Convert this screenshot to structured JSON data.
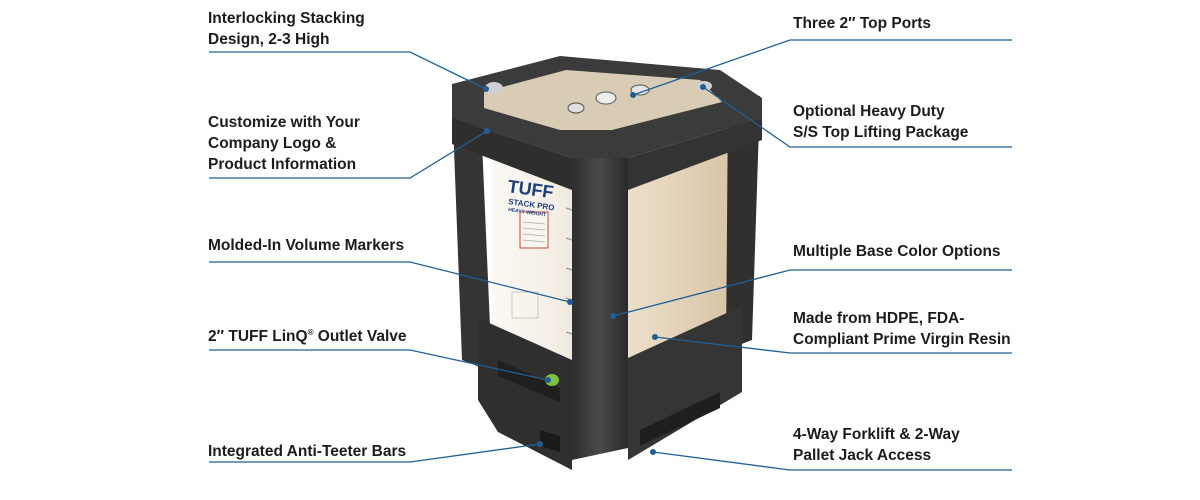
{
  "callouts": {
    "stacking": [
      "Interlocking Stacking",
      "Design, 2-3 High"
    ],
    "logo": [
      "Customize with Your",
      "Company Logo &",
      "Product Information"
    ],
    "markers": [
      "Molded-In Volume Markers"
    ],
    "valve_prefix": "2″ TUFF LinQ",
    "valve_reg": "®",
    "valve_suffix": " Outlet Valve",
    "teeter": [
      "Integrated Anti-Teeter Bars"
    ],
    "ports": [
      "Three 2″ Top Ports"
    ],
    "lifting": [
      "Optional Heavy Duty",
      "S/S Top Lifting Package"
    ],
    "base_color": [
      "Multiple Base Color Options"
    ],
    "material": [
      "Made from HDPE, FDA-",
      "Compliant Prime Virgin Resin"
    ],
    "forklift": [
      "4-Way Forklift & 2-Way",
      "Pallet Jack Access"
    ]
  },
  "product_logo": {
    "brand": "TUFF",
    "sub": "STACK PRO",
    "tag": "HEAVY WEIGHT"
  },
  "colors": {
    "leader_line": "#1f5f96",
    "frame": "#3a3a3a",
    "tank": "#f1ebe0",
    "valve": "#7cc242"
  }
}
